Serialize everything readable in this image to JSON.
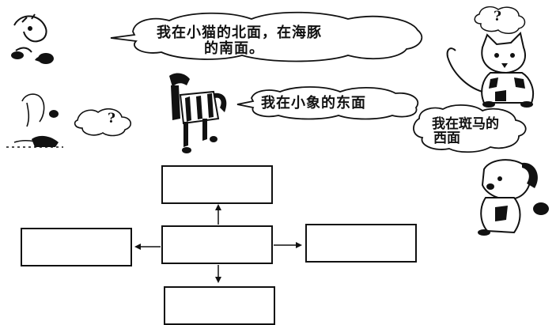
{
  "bubbles": {
    "top": {
      "line1": "我在小猫的北面，在海豚",
      "line2": "的南面。"
    },
    "middle": {
      "text": "我在小象的东面"
    },
    "right": {
      "line1": "我在斑马的",
      "line2": "西面"
    },
    "question_mark": "?"
  },
  "colors": {
    "ink": "#111111",
    "paper": "#ffffff"
  }
}
